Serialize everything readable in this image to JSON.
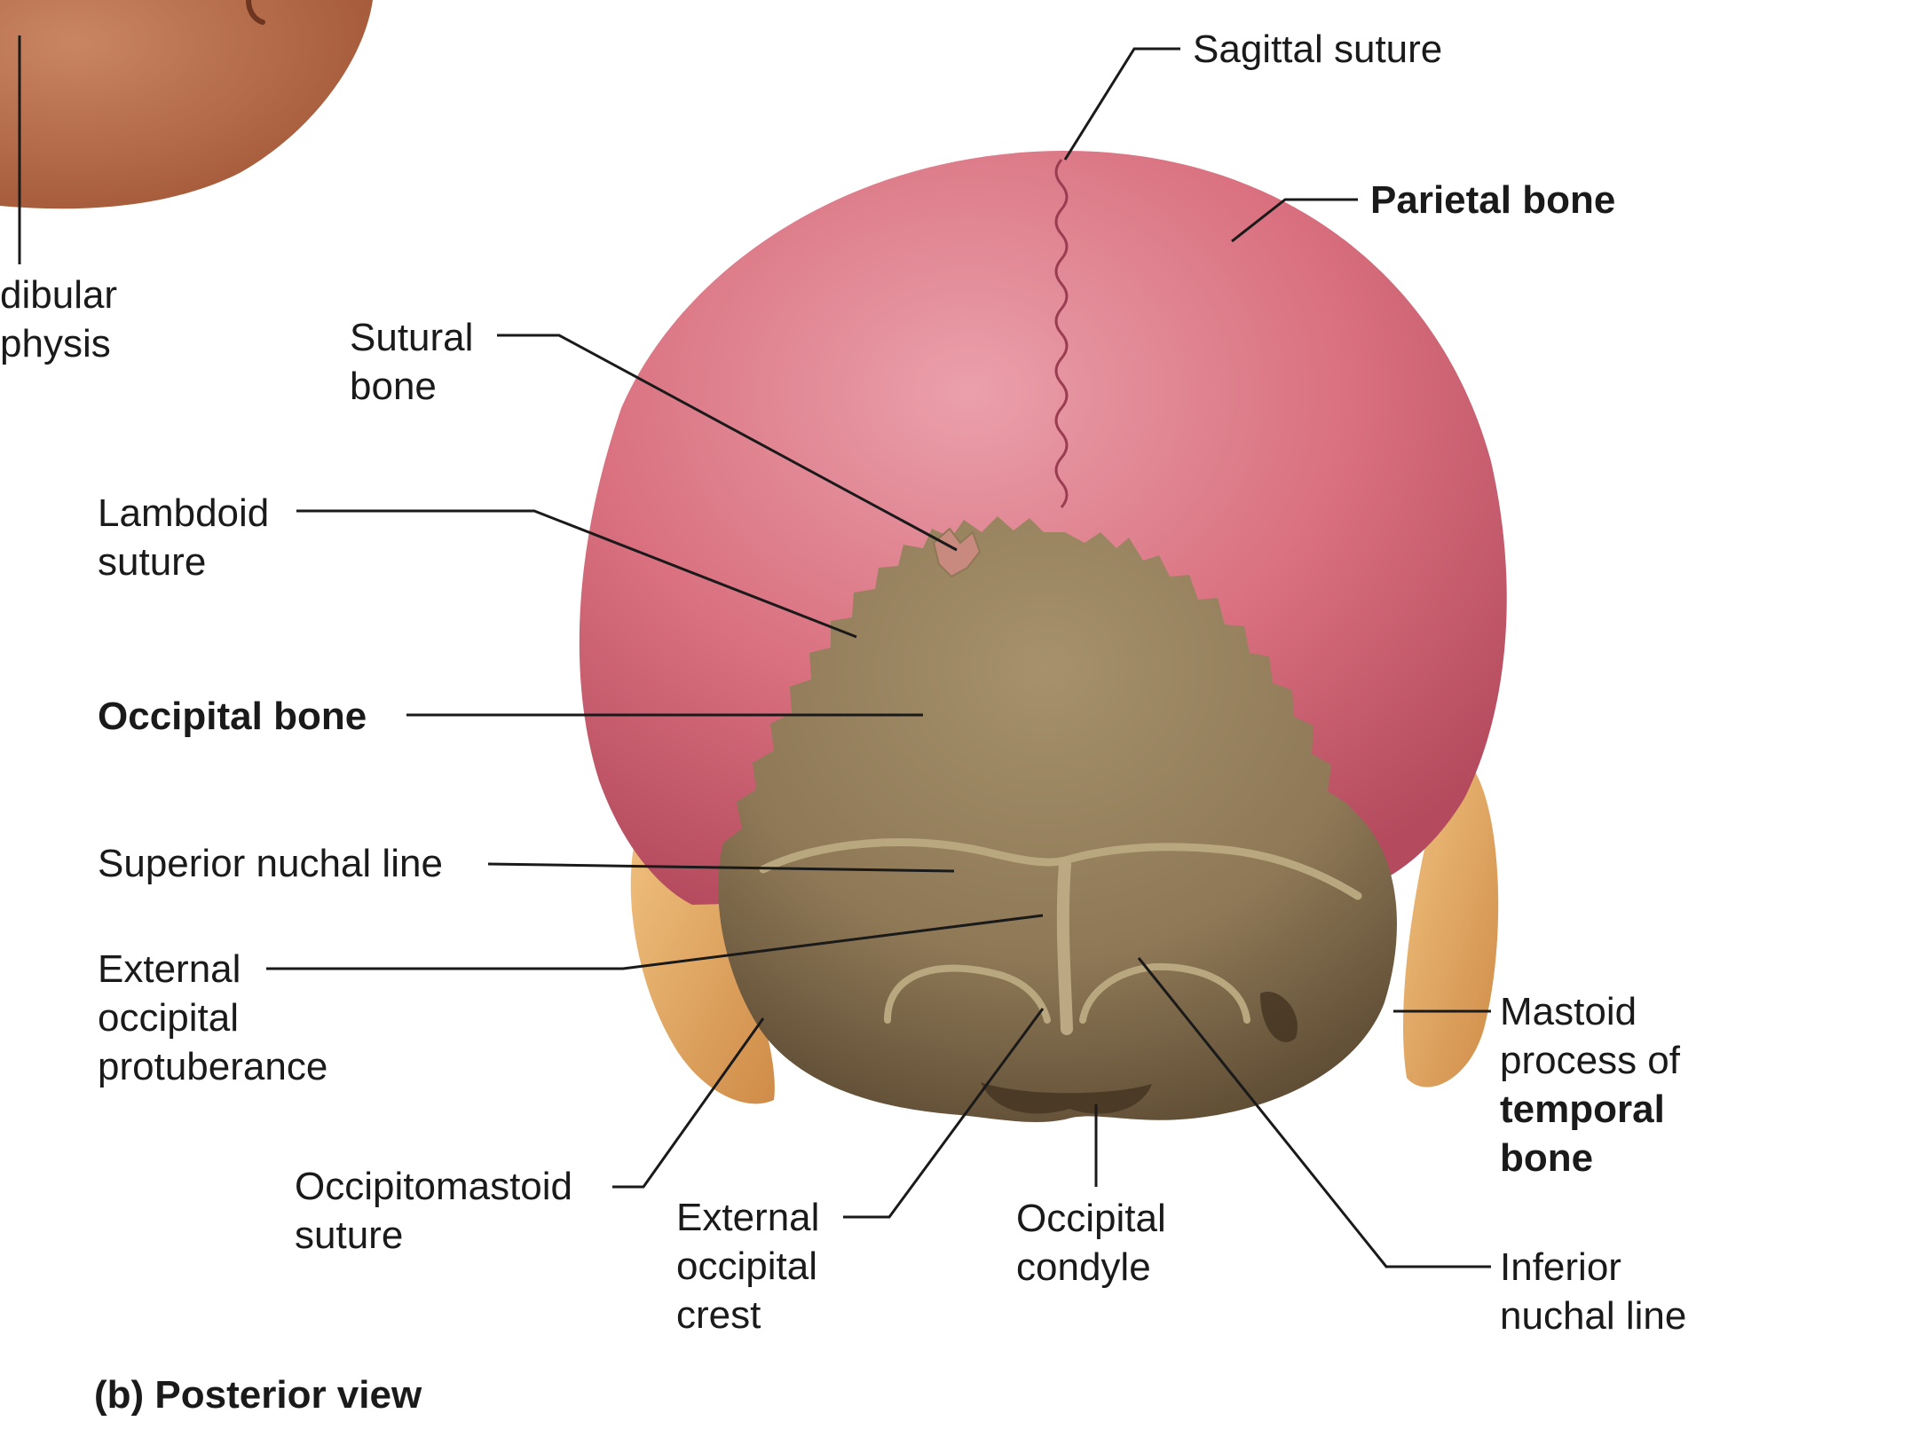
{
  "labels": {
    "sagittal_suture": "Sagittal suture",
    "parietal_bone": "Parietal bone",
    "mandibular_symphysis": [
      "dibular",
      "physis"
    ],
    "sutural_bone": [
      "Sutural",
      "bone"
    ],
    "lambdoid_suture": [
      "Lambdoid",
      "suture"
    ],
    "occipital_bone": "Occipital bone",
    "superior_nuchal_line": "Superior nuchal line",
    "external_occipital_protuberance": [
      "External",
      "occipital",
      "protuberance"
    ],
    "occipitomastoid_suture": [
      "Occipitomastoid",
      "suture"
    ],
    "external_occipital_crest": [
      "External",
      "occipital",
      "crest"
    ],
    "occipital_condyle": [
      "Occipital",
      "condyle"
    ],
    "mastoid_process": [
      "Mastoid",
      "process of",
      "temporal",
      "bone"
    ],
    "inferior_nuchal_line": [
      "Inferior",
      "nuchal line"
    ]
  },
  "caption": "(b) Posterior view",
  "colors": {
    "parietal": "#d9707f",
    "occipital": "#94805e",
    "temporal": "#e4a867",
    "mandible": "#b86c4a",
    "leader_line": "#1a1a1a"
  }
}
